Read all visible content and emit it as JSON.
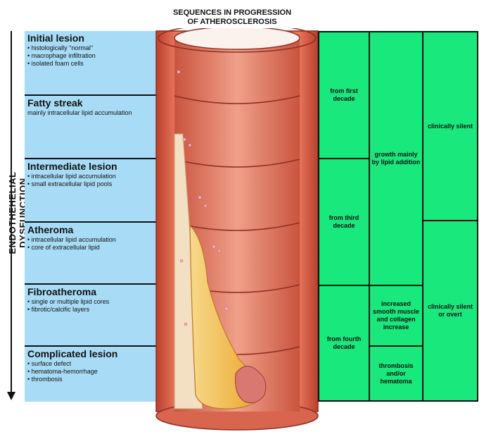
{
  "title_line1": "SEQUENCES IN PROGRESSION",
  "title_line2": "OF ATHEROSCLEROSIS",
  "side_label": "ENDOTHEHELIAL DYSFUNCTION",
  "stages": [
    {
      "title": "Initial lesion",
      "bullets": [
        "histologically \"normal\"",
        "macrophage infiltration",
        "isolated foam cells"
      ]
    },
    {
      "title": "Fatty streak",
      "text": "mainly intracellular lipid accumulation"
    },
    {
      "title": "Intermediate lesion",
      "bullets": [
        "intracellular lipid accumulation",
        "small extracellular lipid pools"
      ]
    },
    {
      "title": "Atheroma",
      "bullets": [
        "intracellular lipid accumulation",
        "core of extracellular lipid"
      ]
    },
    {
      "title": "Fibroatheroma",
      "bullets": [
        "single or multiple lipid cores",
        "fibrotic/calcific layers"
      ]
    },
    {
      "title": "Complicated lesion",
      "bullets": [
        "surface defect",
        "hematoma-hemorrhage",
        "thrombosis"
      ]
    }
  ],
  "onset": [
    "from first decade",
    "from third decade",
    "from fourth decade"
  ],
  "growth": [
    "growth mainly by lipid addition",
    "increased smooth muscle and collagen increase",
    "thrombosis and/or hematoma"
  ],
  "clinical": [
    "clinically silent",
    "clinically silent or overt"
  ],
  "colors": {
    "stage_panel": "#a8dcf6",
    "green_panel": "#19e87c",
    "vessel": "#e0604a",
    "plaque": "#f5c460"
  }
}
